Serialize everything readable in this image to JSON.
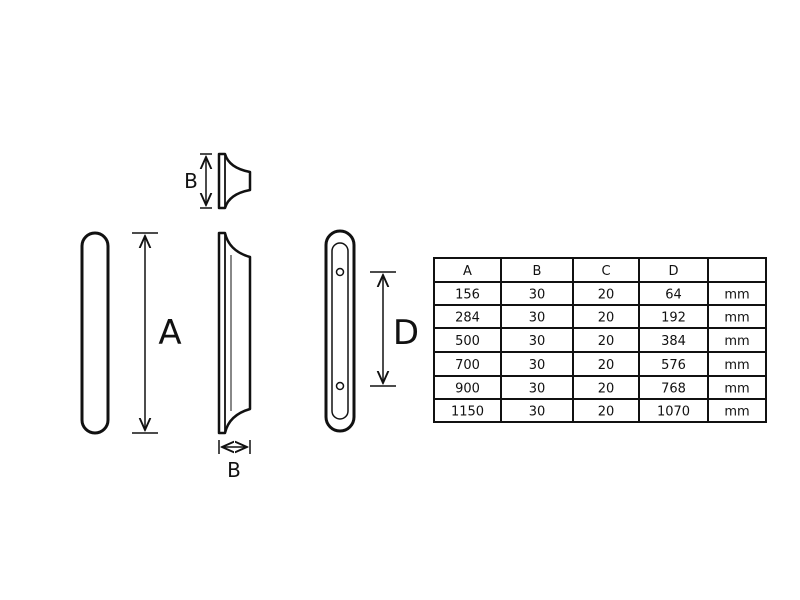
{
  "labels": {
    "top_b": "B",
    "length_a": "A",
    "bottom_b": "B",
    "hole_d": "D"
  },
  "table": {
    "headers": [
      "A",
      "B",
      "C",
      "D",
      ""
    ],
    "rows": [
      [
        "156",
        "30",
        "20",
        "64",
        "mm"
      ],
      [
        "284",
        "30",
        "20",
        "192",
        "mm"
      ],
      [
        "500",
        "30",
        "20",
        "384",
        "mm"
      ],
      [
        "700",
        "30",
        "20",
        "576",
        "mm"
      ],
      [
        "900",
        "30",
        "20",
        "768",
        "mm"
      ],
      [
        "1150",
        "30",
        "20",
        "1070",
        "mm"
      ]
    ]
  }
}
